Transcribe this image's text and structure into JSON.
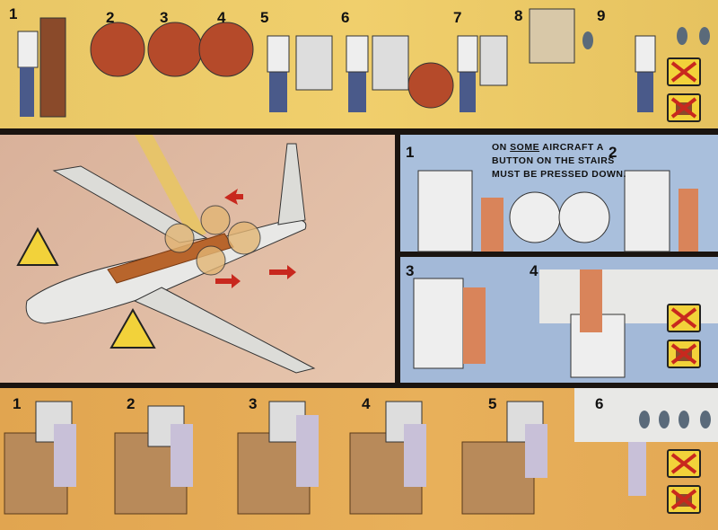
{
  "top_steps": [
    "1",
    "2",
    "3",
    "4",
    "5",
    "6",
    "7",
    "8",
    "9"
  ],
  "stairs_steps": [
    "1",
    "2",
    "3",
    "4"
  ],
  "window_steps": [
    "1",
    "2",
    "3",
    "4",
    "5",
    "6"
  ],
  "stairs_note": {
    "pre": "ON ",
    "emph": "SOME",
    "post": " AIRCRAFT A BUTTON ON THE STAIRS MUST BE PRESSED DOWN."
  },
  "icons": [
    "prohibited-luggage-icon",
    "propeller-warning-icon",
    "exit-arrow-icon"
  ],
  "colors": {
    "top": "#efcd6a",
    "mid_left": "#e0bca4",
    "blue": "#a9bfdc",
    "bottom": "#e6ab55",
    "red": "#c8281e",
    "border": "#1a1410"
  }
}
